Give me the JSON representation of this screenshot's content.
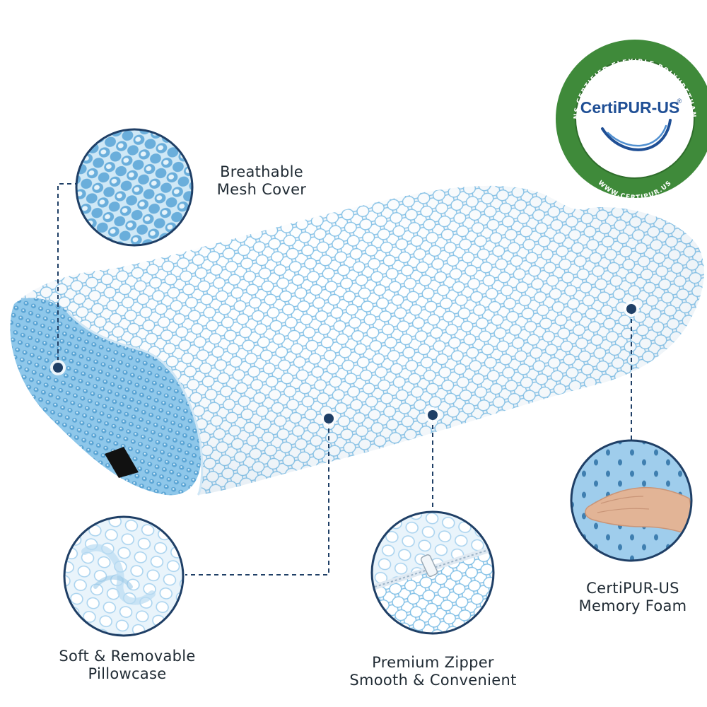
{
  "features": {
    "mesh": {
      "line1": "Breathable",
      "line2": "Mesh Cover"
    },
    "pillowcase": {
      "line1": "Soft & Removable",
      "line2": "Pillowcase"
    },
    "zipper": {
      "line1": "Premium Zipper",
      "line2": "Smooth & Convenient"
    },
    "foam": {
      "line1": "CertiPUR-US",
      "line2": "Memory Foam"
    }
  },
  "seal": {
    "name": "CertiPUR-US",
    "registered_mark": "®",
    "ring_top_text": "CONTAINS CERTIFIED FLEXIBLE POLYURETHANE FOAM",
    "ring_bottom_text": "WWW.CERTIPUR.US"
  },
  "colors": {
    "accent_navy": "#1f3f66",
    "mesh_blue": "#7fbfe6",
    "seal_green": "#3f8a3a",
    "seal_blue": "#1f4f95",
    "text": "#1f2a33"
  },
  "icons": {
    "callout_dot": "navy-dot-icon",
    "seal": "certipur-seal-icon"
  }
}
